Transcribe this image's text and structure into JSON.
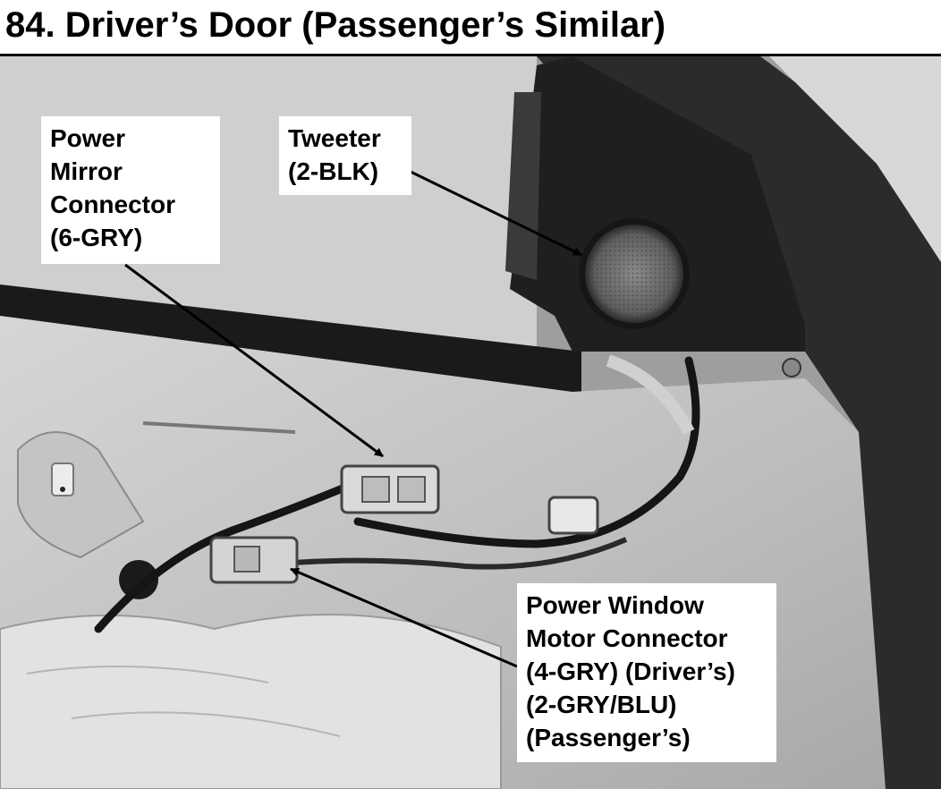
{
  "title": "84. Driver’s Door (Passenger’s Similar)",
  "callouts": {
    "mirror": {
      "lines": [
        "Power",
        "Mirror",
        "Connector",
        "(6-GRY)"
      ]
    },
    "tweeter": {
      "lines": [
        "Tweeter",
        "(2-BLK)"
      ]
    },
    "window": {
      "lines": [
        "Power Window",
        "Motor  Connector",
        "(4-GRY) (Driver’s)",
        "(2-GRY/BLU)",
        "(Passenger’s)"
      ]
    }
  }
}
